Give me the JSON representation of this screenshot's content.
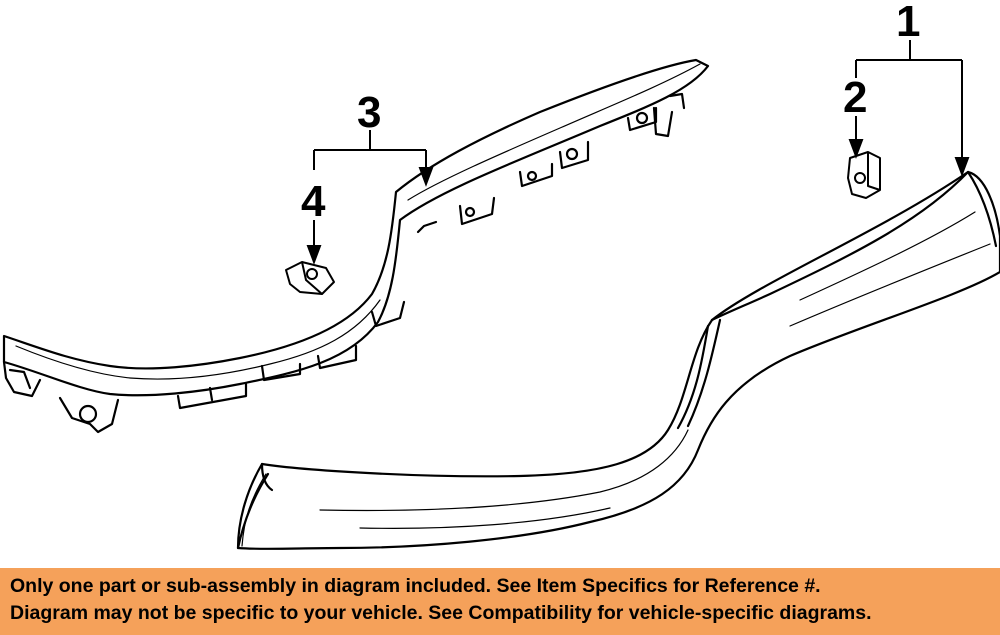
{
  "diagram": {
    "callouts": [
      {
        "number": "1",
        "part": "outer-panel"
      },
      {
        "number": "2",
        "part": "clip-upper"
      },
      {
        "number": "3",
        "part": "inner-reinforcement"
      },
      {
        "number": "4",
        "part": "clip-lower"
      }
    ],
    "line_color": "#000000"
  },
  "banner": {
    "line1": "Only one part or sub-assembly in diagram included. See Item Specifics for Reference #.",
    "line2": "Diagram may not be specific to your vehicle. See Compatibility for vehicle-specific diagrams.",
    "background_color": "#f5a15a"
  }
}
